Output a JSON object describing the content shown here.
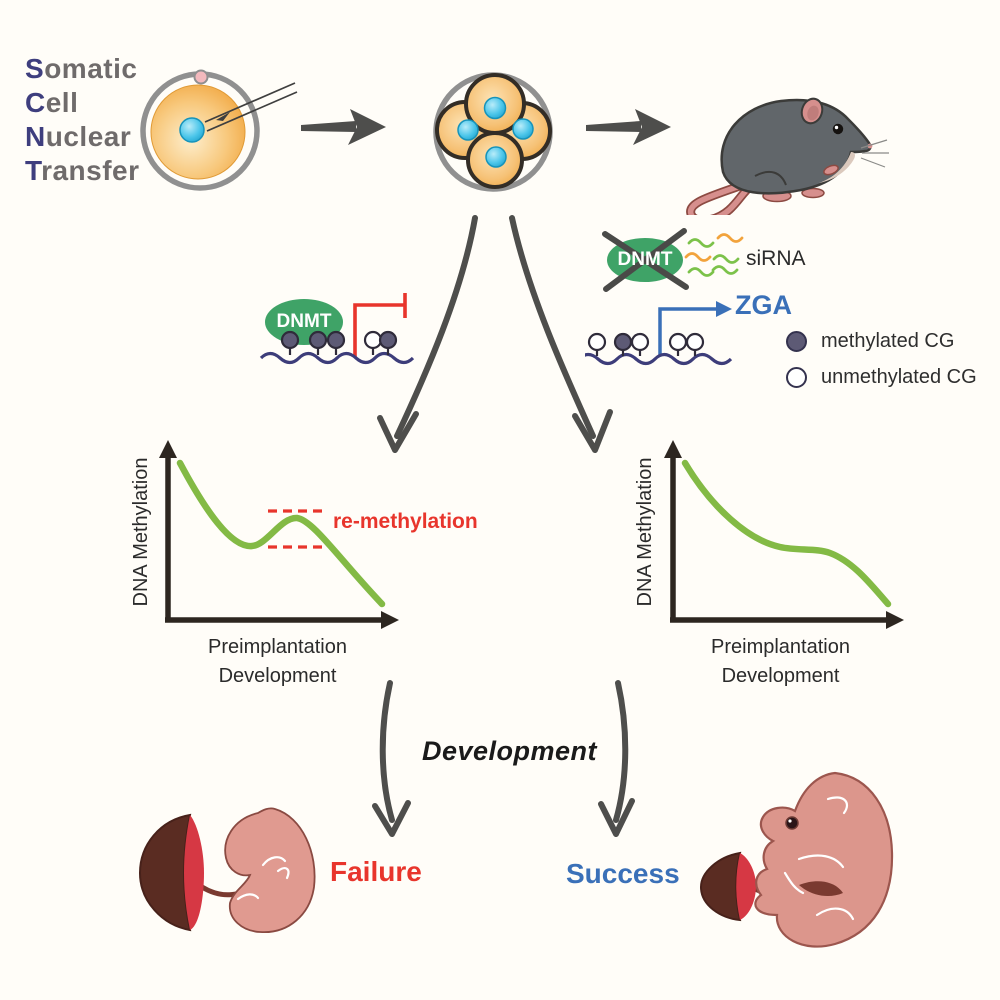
{
  "title": {
    "lines": [
      {
        "initial": "S",
        "rest": "omatic"
      },
      {
        "initial": "C",
        "rest": "ell"
      },
      {
        "initial": "N",
        "rest": "uclear"
      },
      {
        "initial": "T",
        "rest": "ransfer"
      }
    ]
  },
  "labels": {
    "dnmt": "DNMT",
    "sirna": "siRNA",
    "zga": "ZGA",
    "remethylation": "re-methylation",
    "development": "Development",
    "failure": "Failure",
    "success": "Success"
  },
  "legend": {
    "methylated": "methylated CG",
    "unmethylated": "unmethylated CG"
  },
  "graphs": {
    "ylabel": "DNA Methylation",
    "xlabel_line1": "Preimplantation",
    "xlabel_line2": "Development"
  },
  "colors": {
    "title_initial": "#3e3e7e",
    "title_rest": "#6f6b6b",
    "dnmt_green": "#3fa367",
    "dna_strand": "#3d3d7a",
    "methylated_dot": "#5d5a75",
    "inhibition_red": "#e8352c",
    "zga_blue": "#3a70b8",
    "curve_green": "#83ba45",
    "sketch_arrow_gray": "#4e4e4c",
    "oocyte_orange": "#f3ab45",
    "nucleus_blue": "#2fb9e2",
    "placenta_brown": "#5a2c22",
    "placenta_red": "#d63844",
    "fetus_pink": "#dc968c"
  },
  "chart_data": [
    {
      "type": "line",
      "position": "left",
      "ylabel": "DNA Methylation",
      "xlabel": "Preimplantation Development",
      "annotation": "re-methylation",
      "grid": false,
      "series": [
        {
          "name": "DNA methylation",
          "x": [
            0,
            0.12,
            0.25,
            0.35,
            0.42,
            0.55,
            0.62,
            0.78,
            1.0
          ],
          "y": [
            0.93,
            0.75,
            0.55,
            0.45,
            0.44,
            0.63,
            0.6,
            0.38,
            0.1
          ]
        }
      ],
      "annotation_band_y": [
        0.63,
        0.44
      ]
    },
    {
      "type": "line",
      "position": "right",
      "ylabel": "DNA Methylation",
      "xlabel": "Preimplantation Development",
      "annotation": "",
      "grid": false,
      "series": [
        {
          "name": "DNA methylation",
          "x": [
            0,
            0.15,
            0.3,
            0.45,
            0.55,
            0.68,
            0.8,
            1.0
          ],
          "y": [
            0.93,
            0.72,
            0.55,
            0.45,
            0.43,
            0.41,
            0.3,
            0.1
          ]
        }
      ]
    }
  ]
}
